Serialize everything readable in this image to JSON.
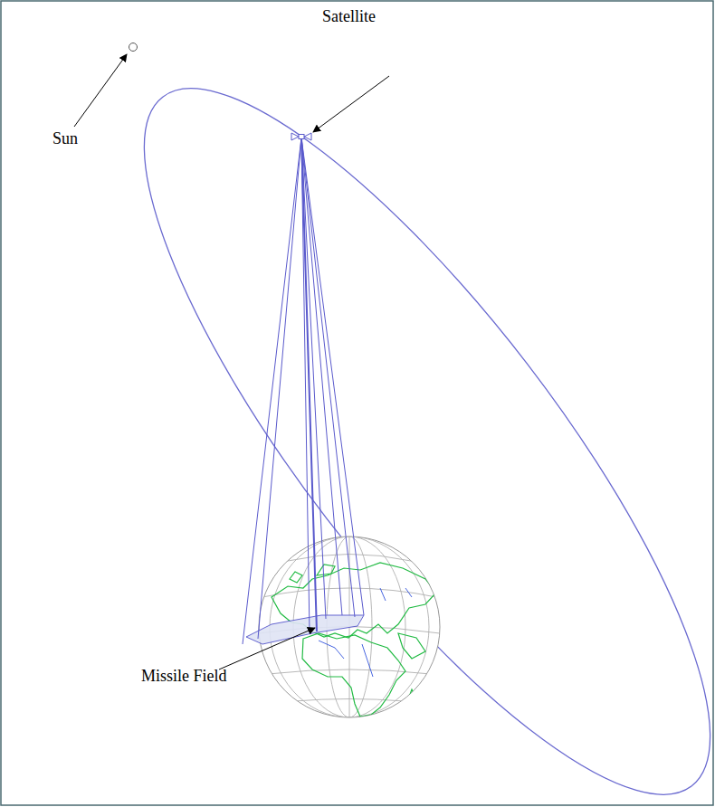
{
  "diagram": {
    "labels": [
      "Sun",
      "Satellite",
      "Missile Field"
    ]
  }
}
